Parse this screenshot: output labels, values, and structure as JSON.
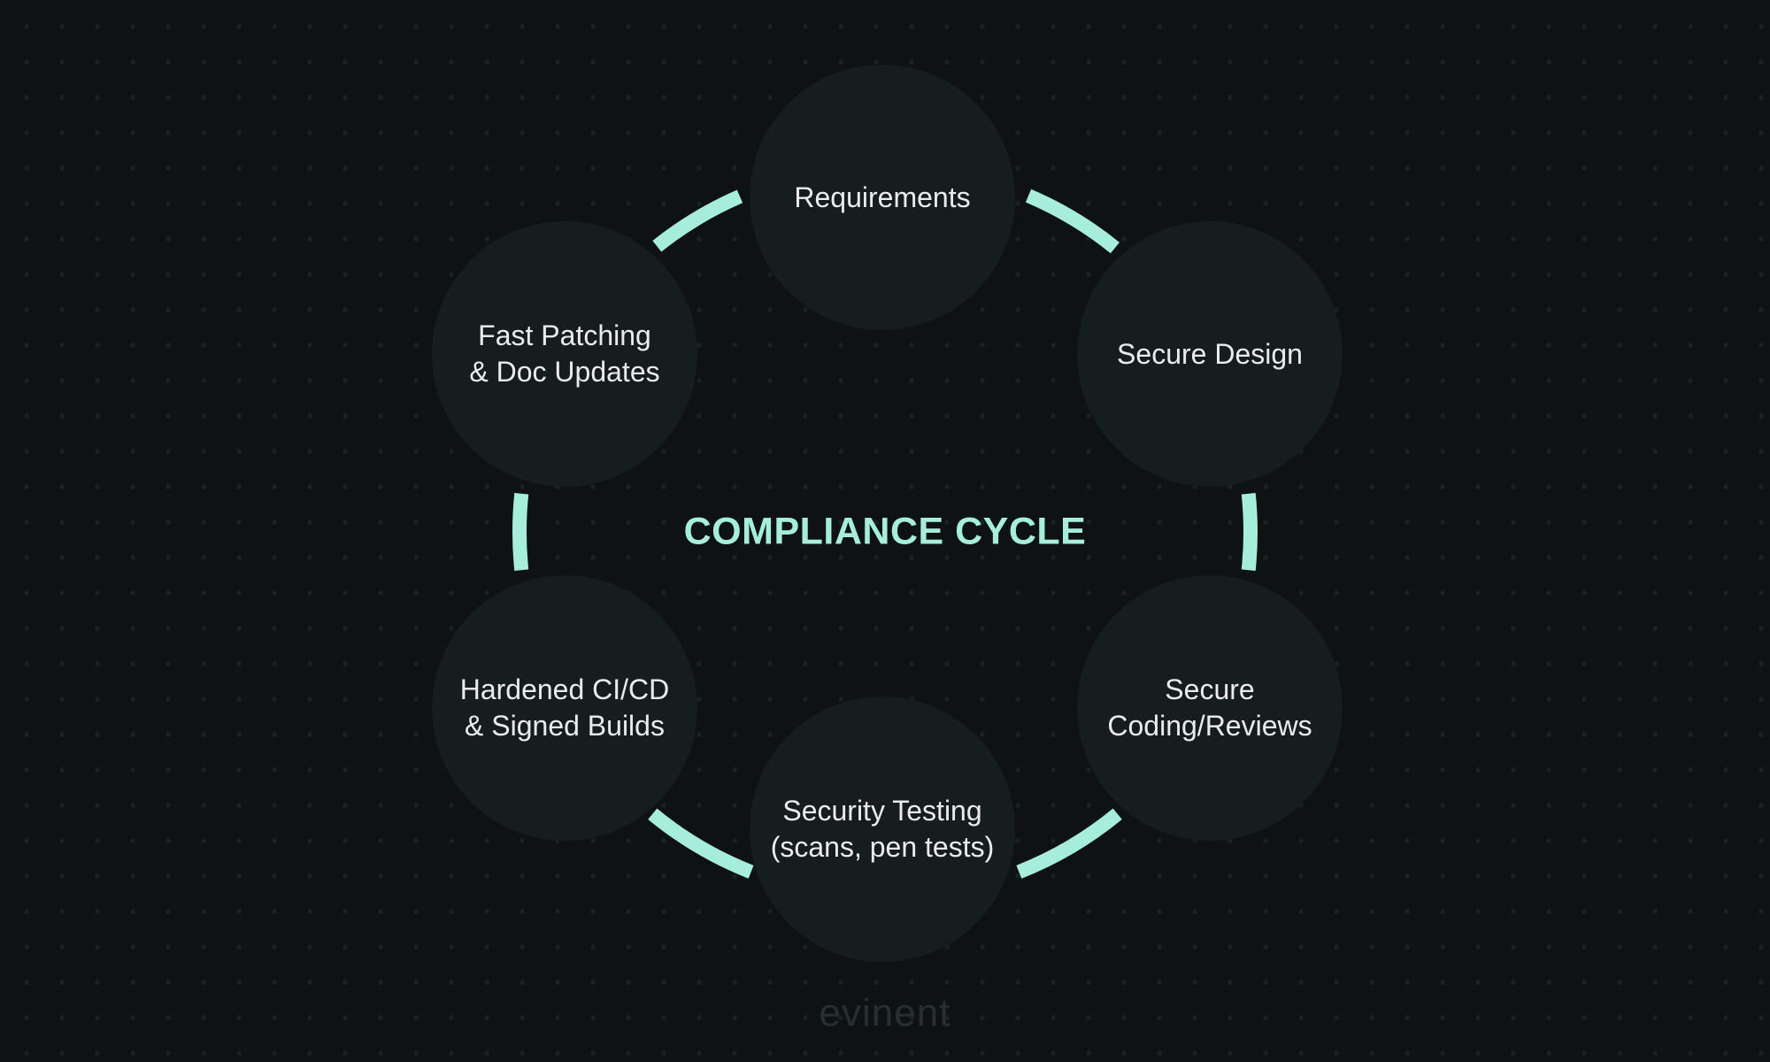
{
  "title": "COMPLIANCE CYCLE",
  "stages": [
    {
      "label": "Requirements"
    },
    {
      "label": "Secure Design"
    },
    {
      "label": "Secure\nCoding/Reviews"
    },
    {
      "label": "Security Testing\n(scans, pen tests)"
    },
    {
      "label": "Hardened CI/CD\n& Signed Builds"
    },
    {
      "label": "Fast Patching\n& Doc Updates"
    }
  ],
  "logo": "evinent",
  "colors": {
    "accent": "#a6eedb",
    "background": "#0e1212",
    "node": "#161d1f",
    "text": "#e9eceb"
  }
}
